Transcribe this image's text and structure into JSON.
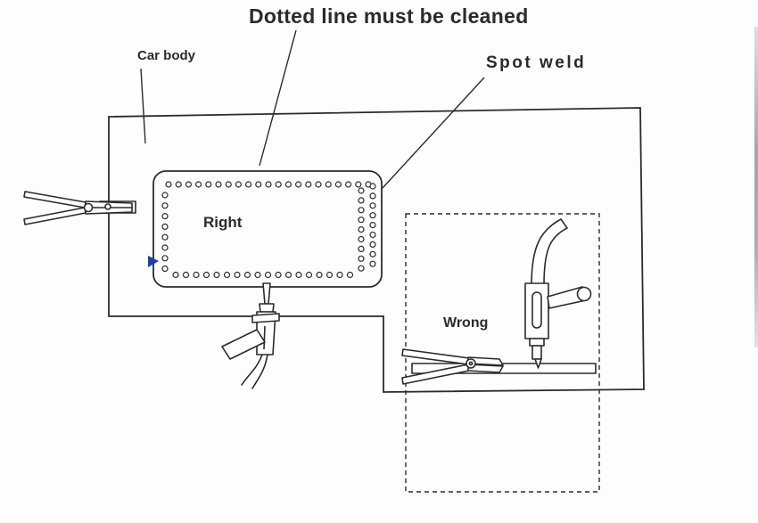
{
  "colors": {
    "ink": "#2b2b2b",
    "arrow_blue": "#1e3f9e",
    "paper": "#fdfdfd"
  },
  "labels": {
    "title": "Dotted line must be cleaned",
    "car_body": "Car body",
    "spot_weld": "Spot weld",
    "right_example": "Right",
    "wrong_example": "Wrong"
  }
}
